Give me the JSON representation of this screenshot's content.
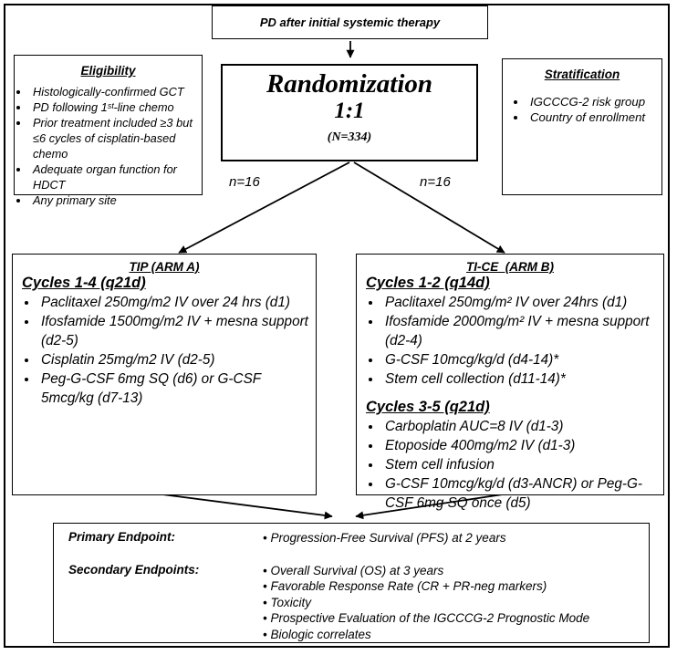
{
  "top_box": {
    "text": "PD after initial systemic therapy"
  },
  "eligibility": {
    "title": "Eligibility",
    "items": [
      "Histologically-confirmed GCT",
      "PD following 1ˢᵗ-line chemo",
      "Prior treatment included ≥3 but ≤6 cycles of cisplatin-based chemo",
      "Adequate organ function for HDCT",
      "Any primary site"
    ]
  },
  "randomization": {
    "title": "Randomization",
    "ratio": "1:1",
    "n": "(N=334)"
  },
  "stratification": {
    "title": "Stratification",
    "items": [
      "IGCCCG-2 risk group",
      "Country of enrollment"
    ]
  },
  "branches": {
    "left_n": "n=16",
    "right_n": "n=16"
  },
  "arm_a": {
    "title": "TIP (ARM A)",
    "sections": [
      {
        "heading": "Cycles 1-4 (q21d)",
        "items": [
          "Paclitaxel 250mg/m2 IV over 24 hrs (d1)",
          "Ifosfamide 1500mg/m2 IV + mesna support (d2-5)",
          "Cisplatin 25mg/m2 IV (d2-5)",
          "Peg-G-CSF 6mg SQ (d6) or G-CSF 5mcg/kg (d7-13)"
        ]
      }
    ]
  },
  "arm_b": {
    "title": "TI-CE  (ARM B)",
    "sections": [
      {
        "heading": "Cycles 1-2 (q14d)",
        "items": [
          "Paclitaxel 250mg/m² IV over 24hrs (d1)",
          "Ifosfamide 2000mg/m² IV + mesna support (d2-4)",
          "G-CSF 10mcg/kg/d (d4-14)*",
          "Stem cell collection (d11-14)*"
        ]
      },
      {
        "heading": "Cycles 3-5 (q21d)",
        "items": [
          "Carboplatin AUC=8 IV (d1-3)",
          "Etoposide 400mg/m2 IV (d1-3)",
          "Stem cell infusion",
          "G-CSF 10mcg/kg/d (d3-ANCR) or Peg-G-CSF 6mg SQ once (d5)"
        ]
      }
    ]
  },
  "endpoints": {
    "rows": [
      {
        "label": "Primary Endpoint:",
        "items": [
          "Progression-Free Survival (PFS) at 2 years"
        ]
      },
      {
        "label": "Secondary Endpoints:",
        "items": [
          "Overall Survival (OS) at 3 years",
          "Favorable Response Rate (CR + PR-neg markers)",
          "Toxicity",
          "Prospective Evaluation of the IGCCCG-2 Prognostic Mode",
          "Biologic correlates"
        ]
      }
    ]
  },
  "colors": {
    "ink": "#000000",
    "background": "#ffffff"
  }
}
